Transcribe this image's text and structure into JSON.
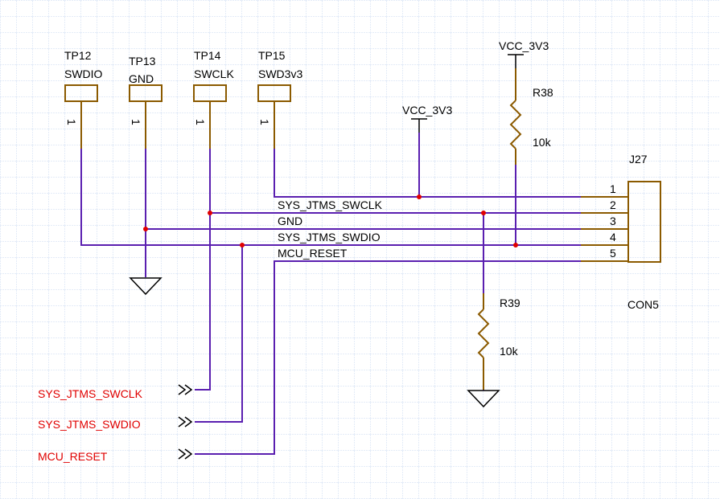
{
  "test_points": [
    {
      "ref": "TP12",
      "signal": "SWDIO",
      "pin": "1"
    },
    {
      "ref": "TP13",
      "signal": "GND",
      "pin": "1"
    },
    {
      "ref": "TP14",
      "signal": "SWCLK",
      "pin": "1"
    },
    {
      "ref": "TP15",
      "signal": "SWD3v3",
      "pin": "1"
    }
  ],
  "power": {
    "vcc_mid": "VCC_3V3",
    "vcc_top": "VCC_3V3"
  },
  "resistors": {
    "r38": {
      "ref": "R38",
      "value": "10k"
    },
    "r39": {
      "ref": "R39",
      "value": "10k"
    }
  },
  "connector": {
    "ref": "J27",
    "type": "CON5",
    "pins": [
      "1",
      "2",
      "3",
      "4",
      "5"
    ]
  },
  "bus_labels": {
    "swclk": "SYS_JTMS_SWCLK",
    "gnd": "GND",
    "swdio": "SYS_JTMS_SWDIO",
    "reset": "MCU_RESET"
  },
  "ports": {
    "swclk": "SYS_JTMS_SWCLK",
    "swdio": "SYS_JTMS_SWDIO",
    "reset": "MCU_RESET"
  },
  "colors": {
    "wire": "#5a1fb0",
    "component": "#8b5a00",
    "port_text": "#e00000",
    "grid": "#c8d8f0"
  }
}
